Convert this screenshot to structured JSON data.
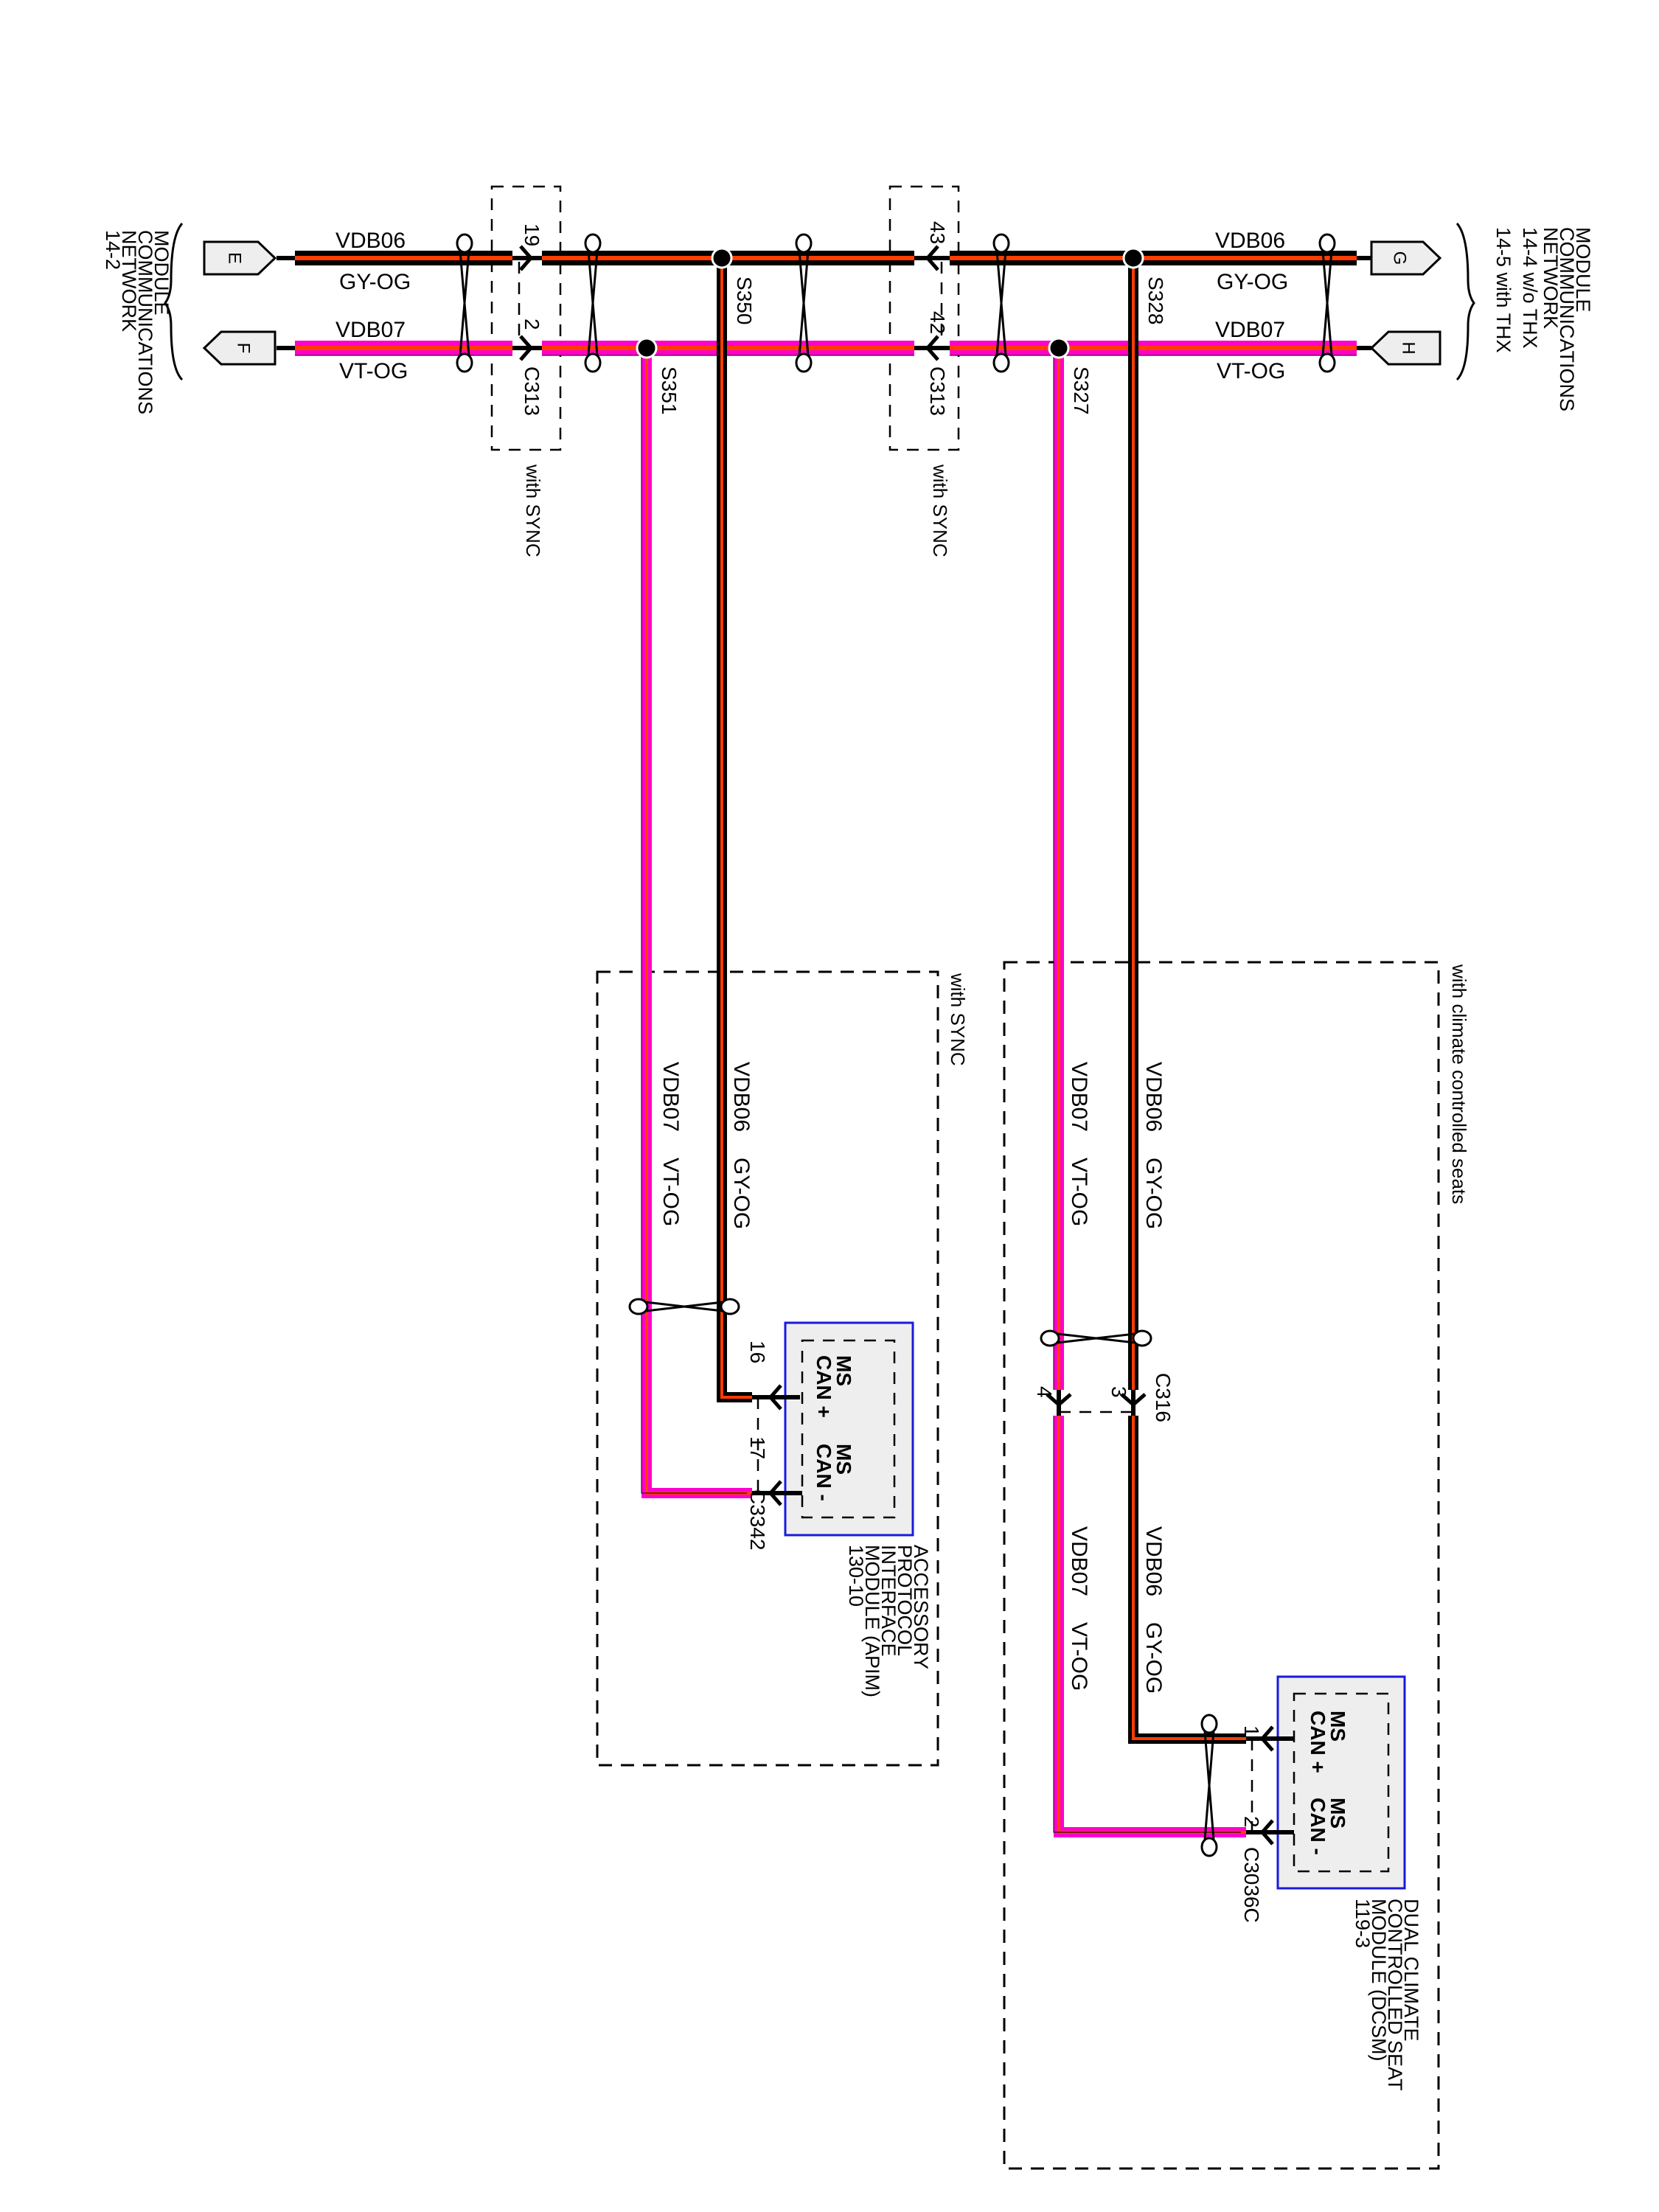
{
  "diagram": {
    "title": "Module Communications Network — MS CAN",
    "colors": {
      "gy_og_outer": "#000000",
      "gy_og_stripe": "#ff3d00",
      "vt_og_outer": "#ff00cc",
      "vt_og_stripe": "#ff3d00",
      "module_border": "#1a1adc",
      "module_fill": "#eeeeee",
      "connector_fill": "#eeeeee"
    },
    "left_ref": {
      "lines": [
        "MODULE",
        "COMMUNICATIONS",
        "NETWORK",
        "14-2"
      ],
      "connectors": [
        "E",
        "F"
      ]
    },
    "right_ref": {
      "lines": [
        "MODULE",
        "COMMUNICATIONS",
        "NETWORK",
        "14-4  w/o THX",
        "14-5  with THX"
      ],
      "connectors": [
        "G",
        "H"
      ]
    },
    "wires": {
      "can_plus": {
        "circuit": "VDB06",
        "color": "GY-OG"
      },
      "can_minus": {
        "circuit": "VDB07",
        "color": "VT-OG"
      }
    },
    "inline_connectors": [
      {
        "id": "C313",
        "pins": [
          "19",
          "2"
        ],
        "note": "with SYNC"
      },
      {
        "id": "C313",
        "pins": [
          "43",
          "42"
        ],
        "note": "with SYNC"
      },
      {
        "id": "C316",
        "pins": [
          "3",
          "4"
        ]
      }
    ],
    "splices": [
      "S350",
      "S351",
      "S328",
      "S327"
    ],
    "option_groups": [
      {
        "note": "with SYNC"
      },
      {
        "note": "with climate controlled seats"
      }
    ],
    "modules": [
      {
        "name_lines": [
          "ACCESSORY",
          "PROTOCOL",
          "INTERFACE",
          "MODULE (APIM)",
          "130-10"
        ],
        "connector": "C3342",
        "pins": [
          {
            "pin": "16",
            "label_lines": [
              "MS",
              "CAN +"
            ]
          },
          {
            "pin": "17",
            "label_lines": [
              "MS",
              "CAN -"
            ]
          }
        ]
      },
      {
        "name_lines": [
          "DUAL CLIMATE",
          "CONTROLLED SEAT",
          "MODULE (DCSM)",
          "119-3"
        ],
        "connector": "C3036C",
        "pins": [
          {
            "pin": "1",
            "label_lines": [
              "MS",
              "CAN +"
            ]
          },
          {
            "pin": "2",
            "label_lines": [
              "MS",
              "CAN -"
            ]
          }
        ]
      }
    ]
  }
}
